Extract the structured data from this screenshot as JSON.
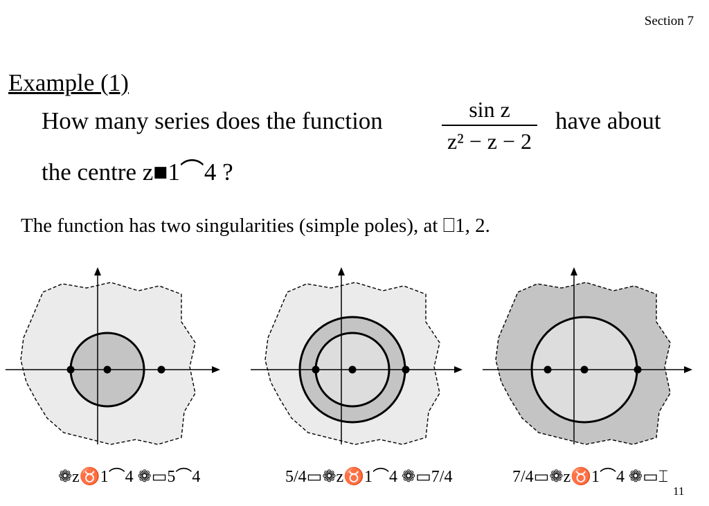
{
  "header": {
    "section": "Section 7"
  },
  "example": {
    "title": "Example (1)",
    "question_prefix": "How many series does the function",
    "fraction_numerator": "sin z",
    "fraction_denominator": "z² − z − 2",
    "question_suffix": "have about",
    "centre_line": "the centre z■1⌒4 ?"
  },
  "statement": "The function has two singularities (simple poles), at ⎕1, 2.",
  "diagrams": {
    "captions": [
      "❁z♉1⌒4 ❁▭5⌒4",
      "5/4▭❁z♉1⌒4 ❁▭7/4",
      "7/4▭❁z♉1⌒4 ❁▭⌶"
    ],
    "colors": {
      "outer_region": "#ebebeb",
      "annulus": "#c4c4c4",
      "inner_disk": "#dddddd"
    }
  },
  "page_number": "11"
}
